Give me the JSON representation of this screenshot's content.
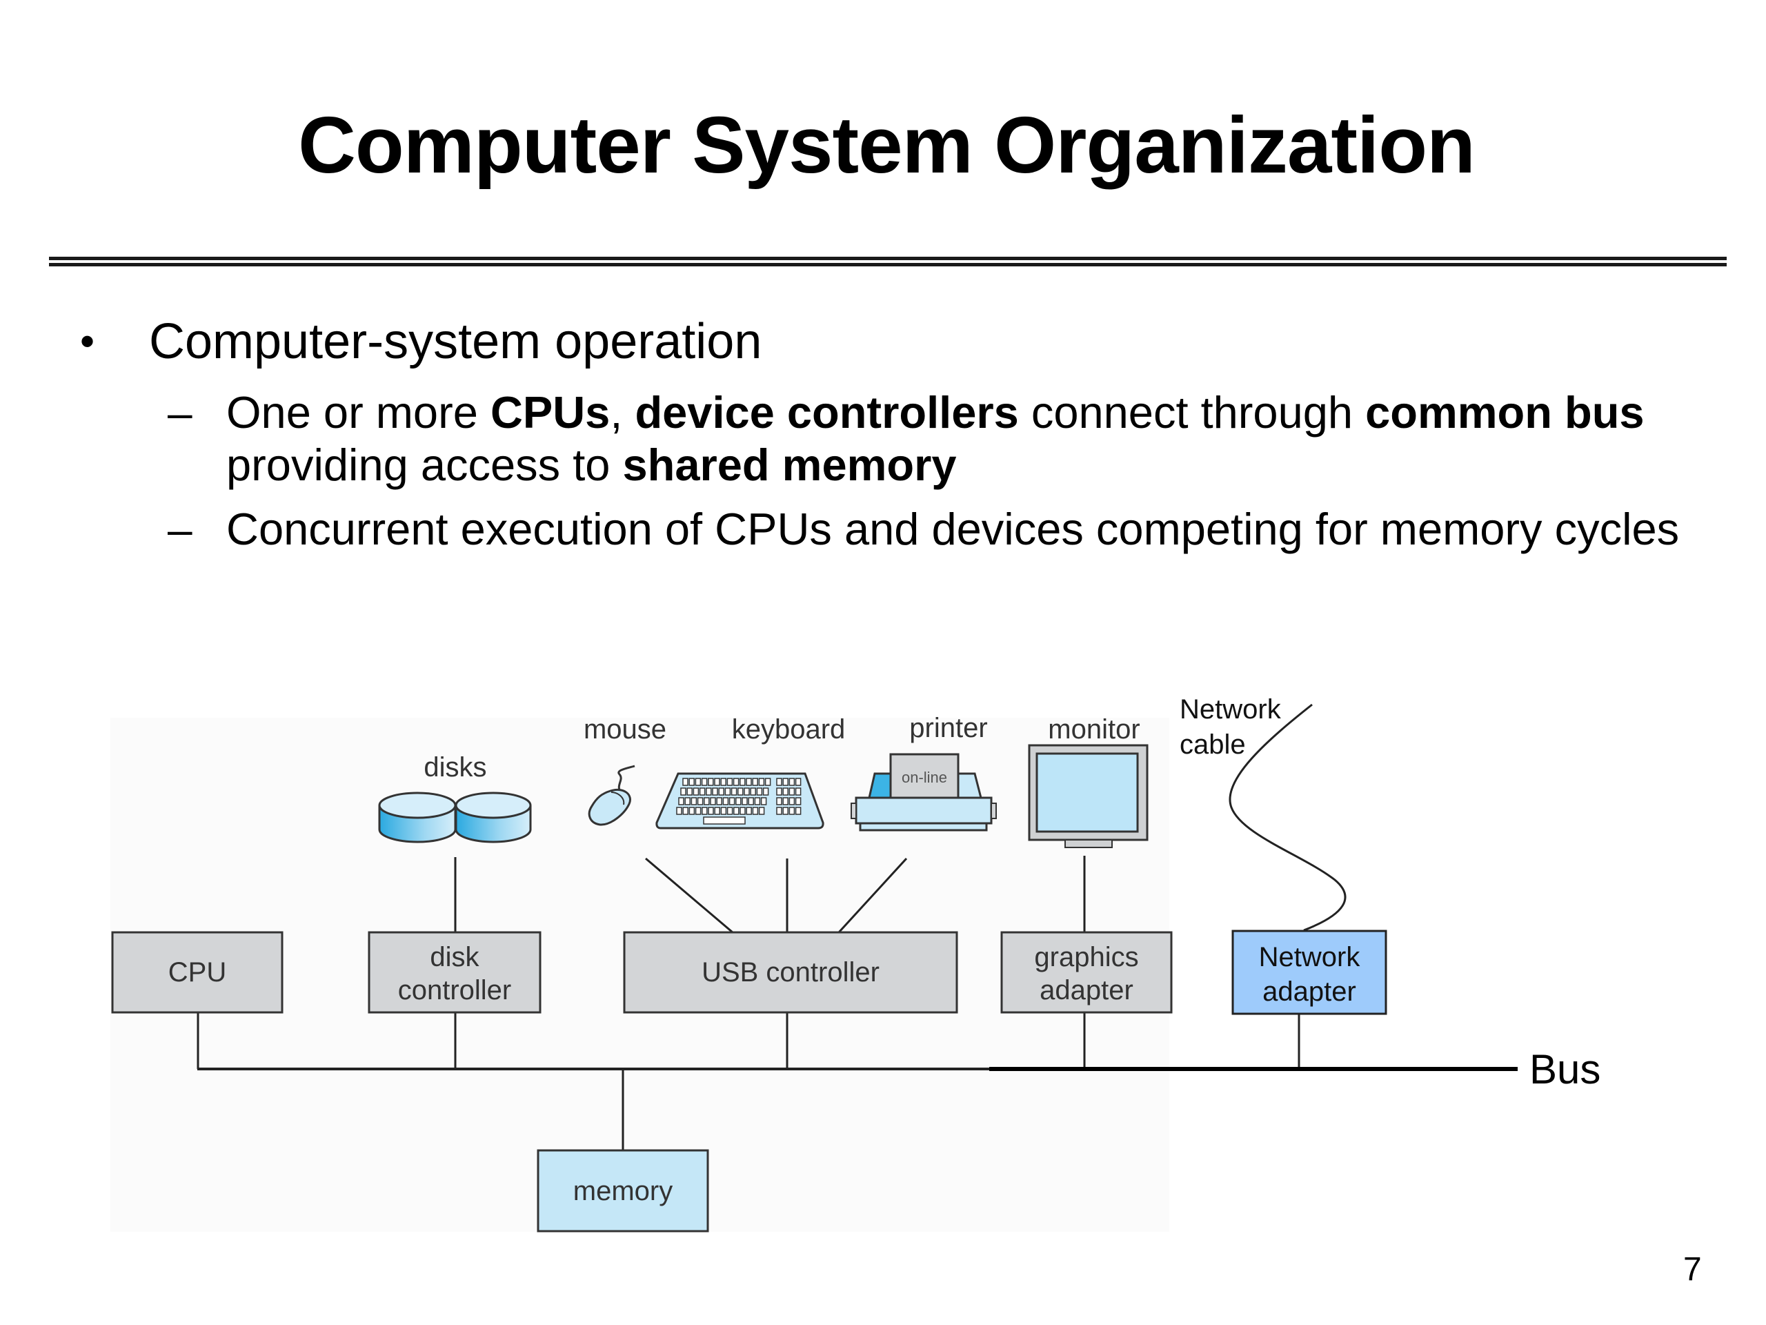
{
  "slide": {
    "title": "Computer System Organization",
    "page_number": "7"
  },
  "bullets": {
    "main": "Computer-system operation",
    "main_marker": "•",
    "sub_marker": "–",
    "sub1": {
      "seg1": "One or more ",
      "seg2_bold": "CPUs",
      "seg3": ", ",
      "seg4_bold": "device controllers",
      "seg5": " connect through ",
      "seg6_bold": "common bus",
      "line2_seg1": "providing access to ",
      "line2_seg2_bold": "shared memory"
    },
    "sub2": "Concurrent execution of CPUs and devices competing for memory cycles"
  },
  "diagram": {
    "colors": {
      "controller_fill": "#d3d5d7",
      "memory_fill": "#c5e7f7",
      "network_adapter_fill": "#9ecbfb",
      "device_light_blue": "#c9e9f8",
      "device_blue": "#3cb4e6",
      "outline": "#333333"
    },
    "components": {
      "cpu": "CPU",
      "disk_controller_l1": "disk",
      "disk_controller_l2": "controller",
      "usb_controller": "USB controller",
      "graphics_adapter_l1": "graphics",
      "graphics_adapter_l2": "adapter",
      "network_adapter_l1": "Network",
      "network_adapter_l2": "adapter",
      "memory": "memory"
    },
    "devices": {
      "disks": "disks",
      "mouse": "mouse",
      "keyboard": "keyboard",
      "printer": "printer",
      "printer_paper": "on-line",
      "monitor": "monitor",
      "network_cable_l1": "Network",
      "network_cable_l2": "cable"
    },
    "bus_label": "Bus"
  }
}
